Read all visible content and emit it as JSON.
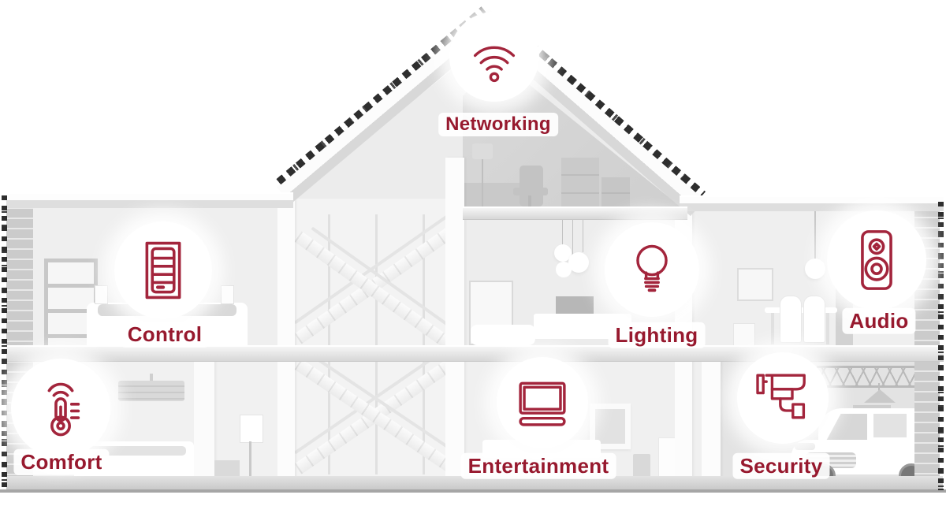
{
  "diagram": {
    "title": "Smart home systems house cross-section",
    "nodes": [
      {
        "id": "networking",
        "label": "Networking",
        "icon": "wifi-icon"
      },
      {
        "id": "control",
        "label": "Control",
        "icon": "keypad-icon"
      },
      {
        "id": "lighting",
        "label": "Lighting",
        "icon": "lightbulb-icon"
      },
      {
        "id": "audio",
        "label": "Audio",
        "icon": "speaker-icon"
      },
      {
        "id": "comfort",
        "label": "Comfort",
        "icon": "thermometer-icon"
      },
      {
        "id": "entertainment",
        "label": "Entertainment",
        "icon": "tv-icon"
      },
      {
        "id": "security",
        "label": "Security",
        "icon": "cctv-camera-icon"
      }
    ]
  },
  "colors": {
    "accent_text": "#97192E",
    "accent_icon": "#A3253C",
    "shingle": "#2E2E2E",
    "house_light": "#EFEFEF",
    "house_mid": "#D8D8D8",
    "house_dark": "#C6C6C6",
    "background": "#FFFFFF"
  }
}
